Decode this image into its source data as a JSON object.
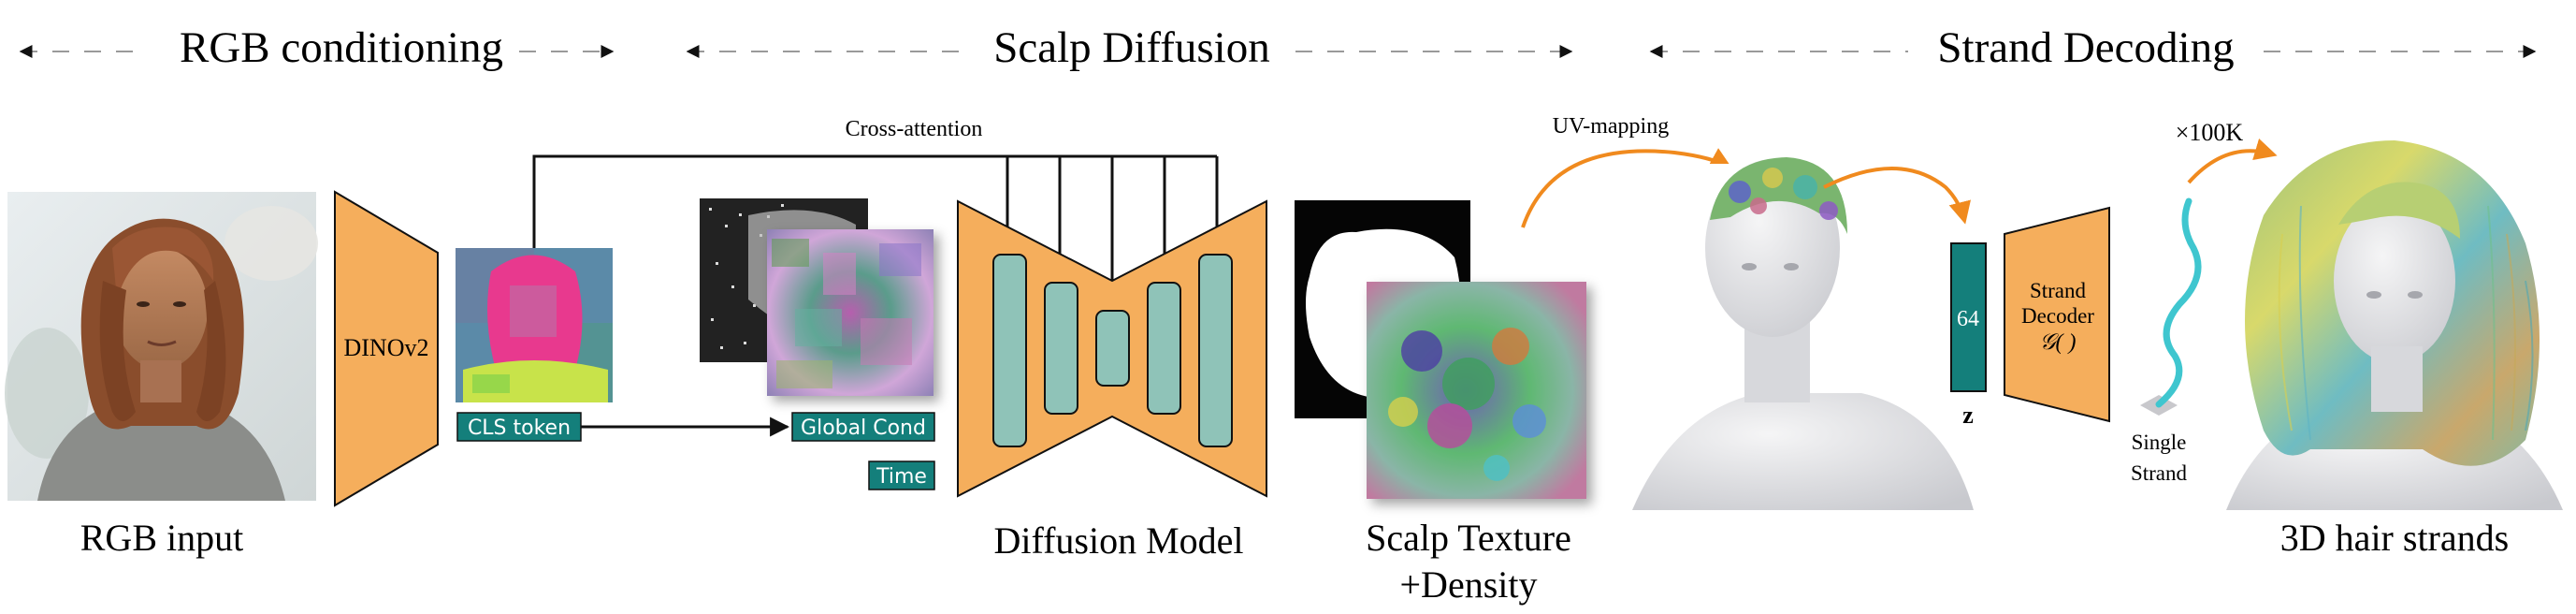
{
  "sections": {
    "rgb_conditioning": "RGB conditioning",
    "scalp_diffusion": "Scalp Diffusion",
    "strand_decoding": "Strand Decoding"
  },
  "labels": {
    "rgb_input": "RGB input",
    "dinov2": "DINOv2",
    "cls_token": "CLS token",
    "global_cond": "Global Cond",
    "time": "Time",
    "cross_attention": "Cross-attention",
    "diffusion_model": "Diffusion Model",
    "scalp_texture": "Scalp Texture",
    "density": "+Density",
    "uv_mapping": "UV-mapping",
    "latent_dim": "64",
    "latent_z": "z",
    "strand_decoder_line1": "Strand",
    "strand_decoder_line2": "Decoder",
    "strand_decoder_fn": "𝒢( )",
    "multiplier": "×100K",
    "single_strand_line1": "Single",
    "single_strand_line2": "Strand",
    "hair_output": "3D hair strands"
  },
  "colors": {
    "orange": "#f5ae5c",
    "teal": "#147f7b",
    "unet_block": "#8fc3b8",
    "arrow_orange": "#f08a1e",
    "strand_cyan": "#3fc6cf",
    "section_text": "#111111",
    "dash": "#9a9a9a"
  }
}
